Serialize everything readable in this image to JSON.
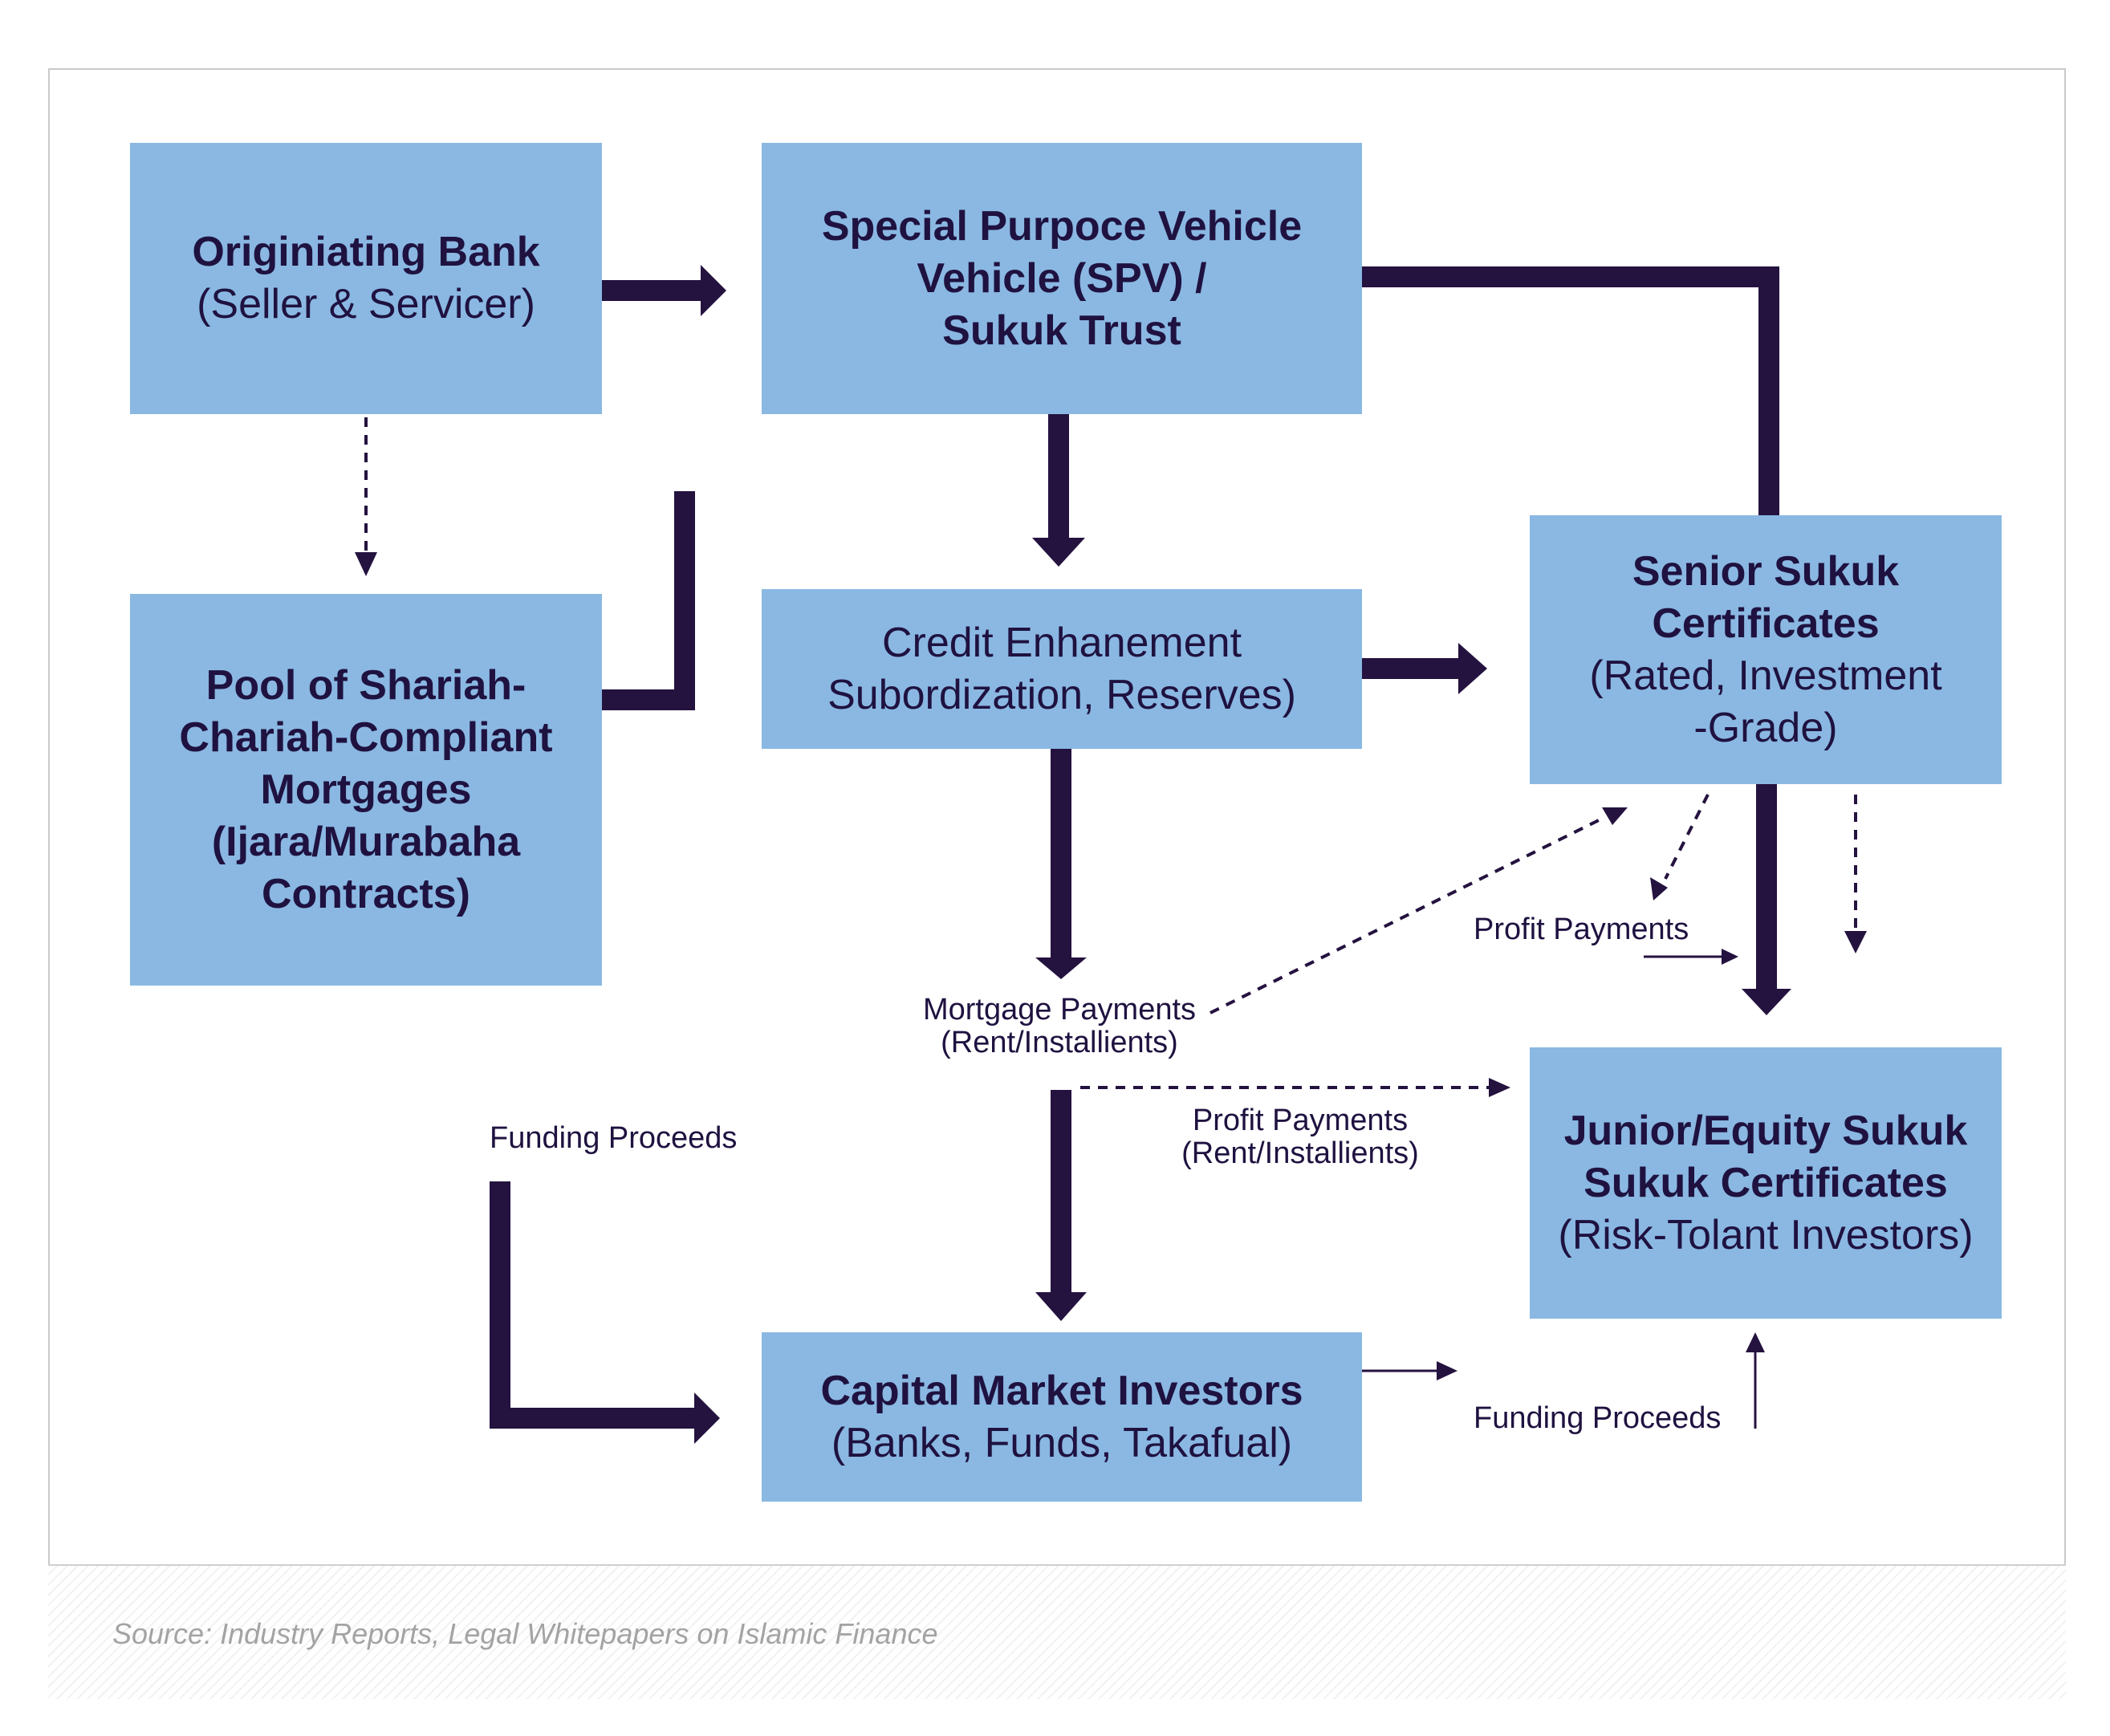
{
  "boxes": {
    "originating_bank": {
      "title": "Originiating Bank",
      "subtitle": "(Seller & Servicer)"
    },
    "spv": {
      "line1": "Special Purpoce Vehicle",
      "line2": "Vehicle (SPV) /",
      "line3": "Sukuk Trust"
    },
    "pool": {
      "line1": "Pool of Shariah-",
      "line2": "Chariah-Compliant",
      "line3": "Mortgages",
      "line4": "(Ijara/Murabaha",
      "line5": "Contracts)"
    },
    "credit": {
      "line1": "Credit Enhanement",
      "line2": "Subordization, Reserves)"
    },
    "senior": {
      "line1": "Senior Sukuk",
      "line2": "Certificates",
      "line3": "(Rated, Investment",
      "line4": "-Grade)"
    },
    "junior": {
      "line1": "Junior/Equity Sukuk",
      "line2": "Sukuk Certificates",
      "line3": "(Risk-Tolant Investors)"
    },
    "capital": {
      "title": "Capital Market Investors",
      "subtitle": "(Banks, Funds, Takafual)"
    }
  },
  "labels": {
    "mortgage_payments": {
      "line1": "Mortgage Payments",
      "line2": "(Rent/Installients)"
    },
    "profit_payments_mid": {
      "line1": "Profit Payments",
      "line2": "(Rent/Installients)"
    },
    "profit_payments_right": "Profit Payments",
    "funding_proceeds_left": "Funding Proceeds",
    "funding_proceeds_right": "Funding Proceeds"
  },
  "footer": {
    "source": "Source: Industry Reports, Legal Whitepapers on Islamic Finance"
  },
  "colors": {
    "box_fill": "#8ab8e2",
    "arrow": "#24123f",
    "text": "#1f1240",
    "source_text": "#a3a3a3"
  }
}
